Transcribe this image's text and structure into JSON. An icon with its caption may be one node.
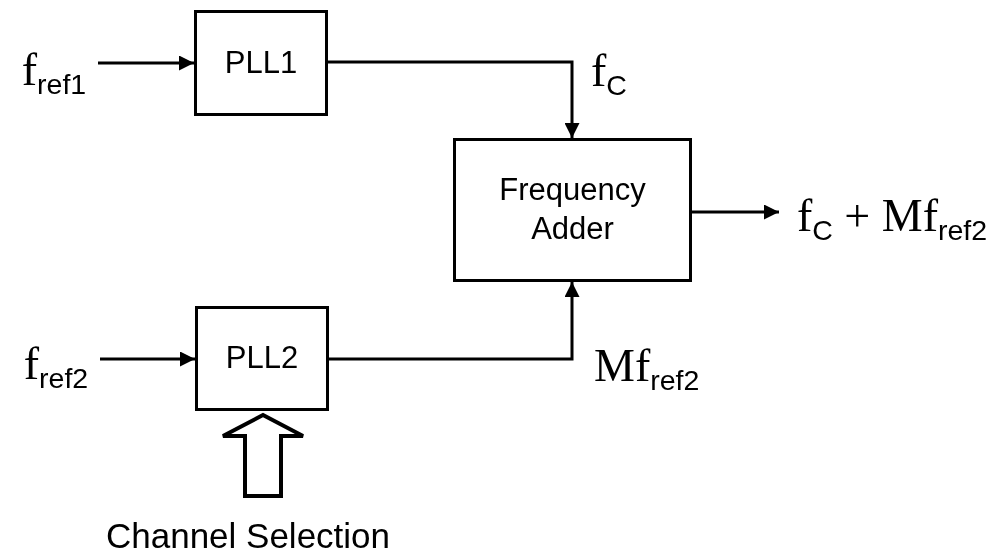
{
  "diagram": {
    "nodes": [
      {
        "text": [
          "f$_{ref1}$"
        ]
      },
      {
        "text": [
          "PLL1"
        ]
      },
      {
        "text": [
          "Frequency Adder"
        ]
      },
      {
        "text": [
          "f$_{ref2}$"
        ]
      },
      {
        "text": [
          "PLL2"
        ]
      },
      {
        "text": [
          "f$_{C}$ + Mf$_{ref2}$"
        ]
      },
      {
        "text": [
          "Channel Selection"
        ]
      }
    ],
    "edges": [
      {
        "from": 0,
        "to": 1,
        "arrow": "to"
      },
      {
        "from": 1,
        "to": 2,
        "arrow": "to",
        "label": "f$_{C}$"
      },
      {
        "from": 3,
        "to": 4,
        "arrow": "to"
      },
      {
        "from": 4,
        "to": 2,
        "arrow": "to",
        "label": "Mf$_{ref2}$"
      },
      {
        "from": 2,
        "to": 5,
        "arrow": "to"
      },
      {
        "from": 6,
        "to": 4,
        "arrow": "to",
        "style": "thick"
      }
    ]
  }
}
